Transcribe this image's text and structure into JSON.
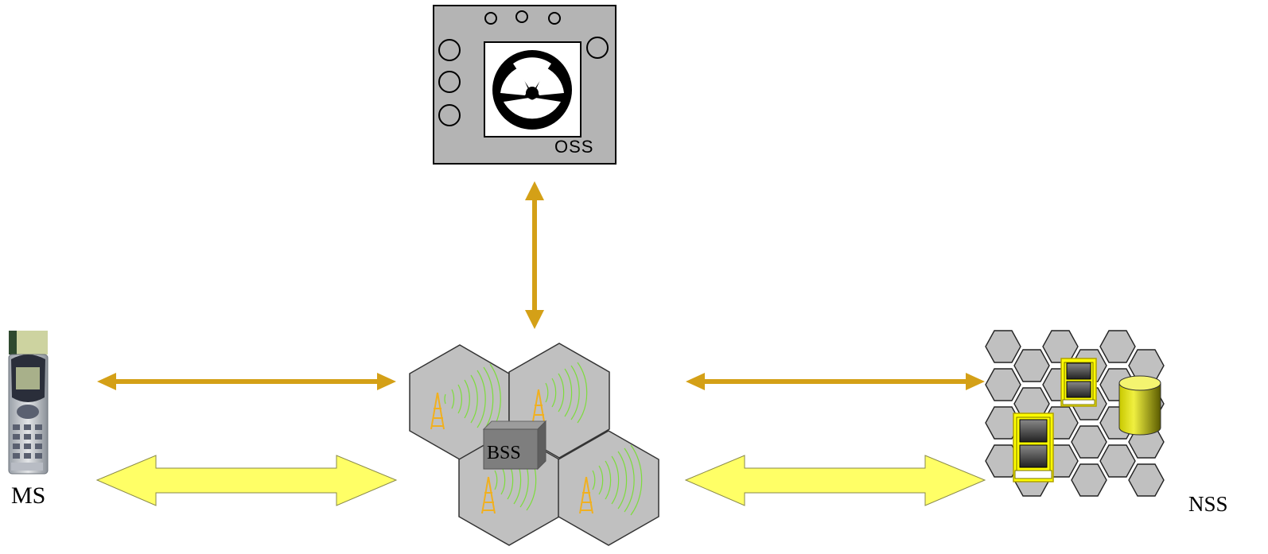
{
  "labels": {
    "oss": "OSS",
    "bss": "BSS",
    "ms": "MS",
    "nss": "NSS"
  },
  "colors": {
    "signal_arrow": "#d4a017",
    "traffic_arrow": "#ffff66",
    "traffic_arrow_stroke": "#8a8a4a",
    "cell_fill": "#c0c0c0",
    "cell_stroke": "#333333",
    "antenna": "#f0b020",
    "waves": "#7ddc3c",
    "equipment_yellow": "#ffff00",
    "oss_panel": "#b4b4b4",
    "background": "#ffffff"
  },
  "icons": {
    "oss": "oss-console-icon",
    "bss": "bss-cells-icon",
    "ms": "mobile-phone-icon",
    "nss": "nss-switch-icon"
  }
}
